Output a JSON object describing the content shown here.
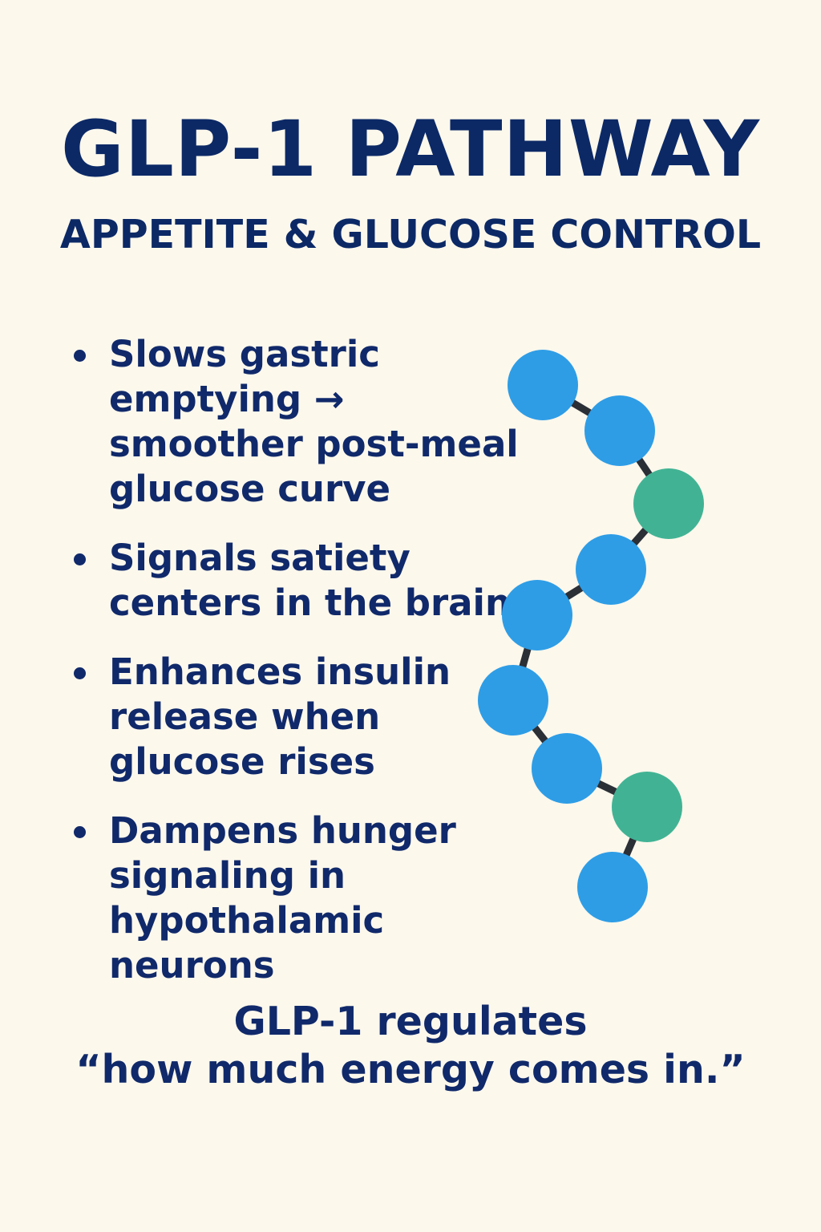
{
  "title": "GLP-1 PATHWAY",
  "subtitle": "APPETITE & GLUCOSE CONTROL",
  "bullets": [
    "Slows gastric emptying → smoother post-meal glucose curve",
    "Signals satiety centers in the brain",
    "Enhances insulin release when glucose rises",
    "Dampens hunger signaling in hypothalamic neurons"
  ],
  "footer": {
    "line1": "GLP-1 regulates",
    "line2": "“how much energy comes in.”"
  },
  "colors": {
    "background": "#fcf8ec",
    "text": "#10296a",
    "node_blue": "#2e9de6",
    "node_green": "#41b394",
    "bond": "#2b2f36"
  },
  "molecule": {
    "node_colors": [
      "blue",
      "blue",
      "green",
      "blue",
      "blue",
      "blue",
      "blue",
      "green",
      "blue"
    ]
  }
}
